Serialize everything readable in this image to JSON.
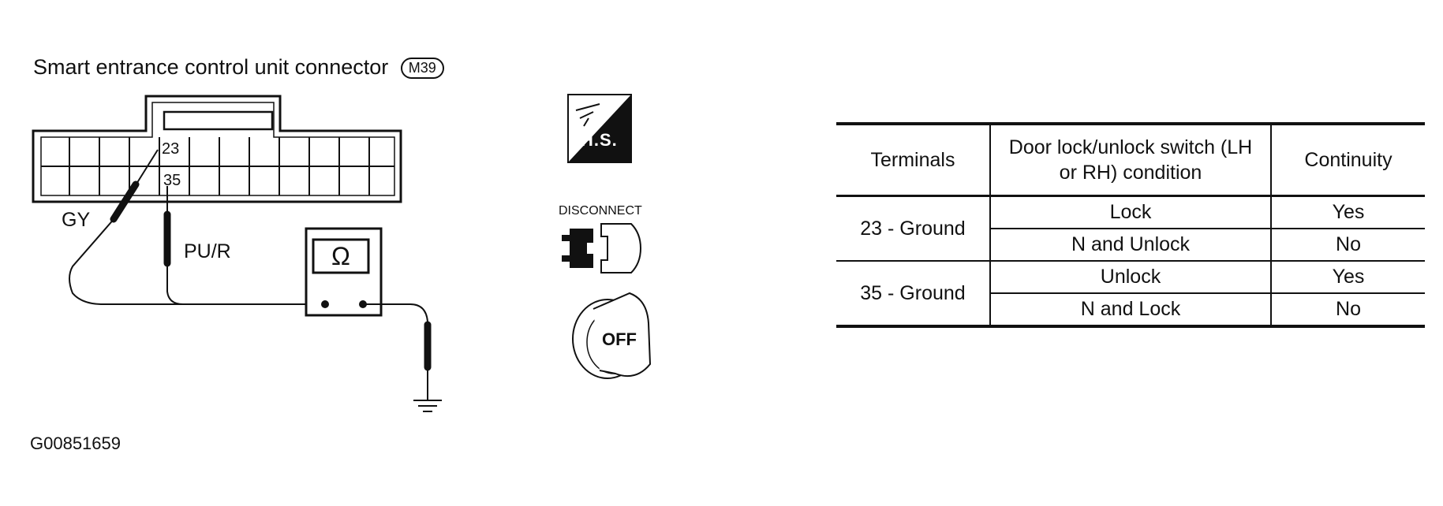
{
  "diagram": {
    "title": "Smart entrance control unit connector",
    "connector_code": "M39",
    "terminal_labels": [
      "23",
      "35"
    ],
    "wire_labels": [
      "GY",
      "PU/R"
    ],
    "meter_symbol": "Ω",
    "figure_id": "G00851659"
  },
  "icons": {
    "harness_side": {
      "name": "harness-side-icon",
      "text": "H.S."
    },
    "disconnect": {
      "name": "disconnect-icon",
      "text": "DISCONNECT"
    },
    "ignition_off": {
      "name": "ignition-off-icon",
      "text": "OFF"
    }
  },
  "table": {
    "headers": [
      "Terminals",
      "Door lock/unlock switch (LH or RH) condition",
      "Continuity"
    ],
    "groups": [
      {
        "terminals": "23 - Ground",
        "rows": [
          {
            "condition": "Lock",
            "continuity": "Yes"
          },
          {
            "condition": "N and Unlock",
            "continuity": "No"
          }
        ]
      },
      {
        "terminals": "35 - Ground",
        "rows": [
          {
            "condition": "Unlock",
            "continuity": "Yes"
          },
          {
            "condition": "N and Lock",
            "continuity": "No"
          }
        ]
      }
    ]
  }
}
